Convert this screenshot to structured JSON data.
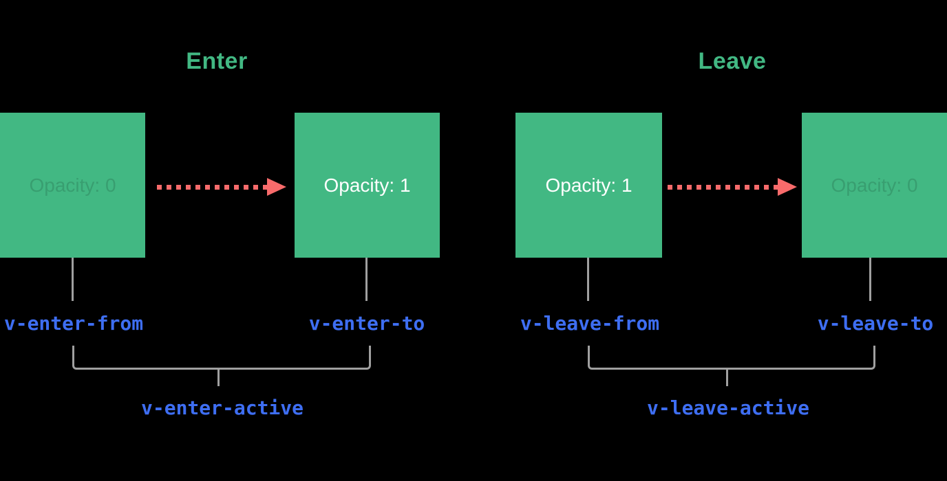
{
  "colors": {
    "background": "#000000",
    "green": "#42b883",
    "red": "#f86b6b",
    "blue": "#3e6ef2",
    "gray": "#a0a0a0",
    "white": "#ffffff",
    "faint": "rgba(0,0,0,0.14)"
  },
  "enter": {
    "title": "Enter",
    "from_box_label": "Opacity: 0",
    "to_box_label": "Opacity: 1",
    "from_class": "v-enter-from",
    "to_class": "v-enter-to",
    "active_class": "v-enter-active"
  },
  "leave": {
    "title": "Leave",
    "from_box_label": "Opacity: 1",
    "to_box_label": "Opacity: 0",
    "from_class": "v-leave-from",
    "to_class": "v-leave-to",
    "active_class": "v-leave-active"
  }
}
